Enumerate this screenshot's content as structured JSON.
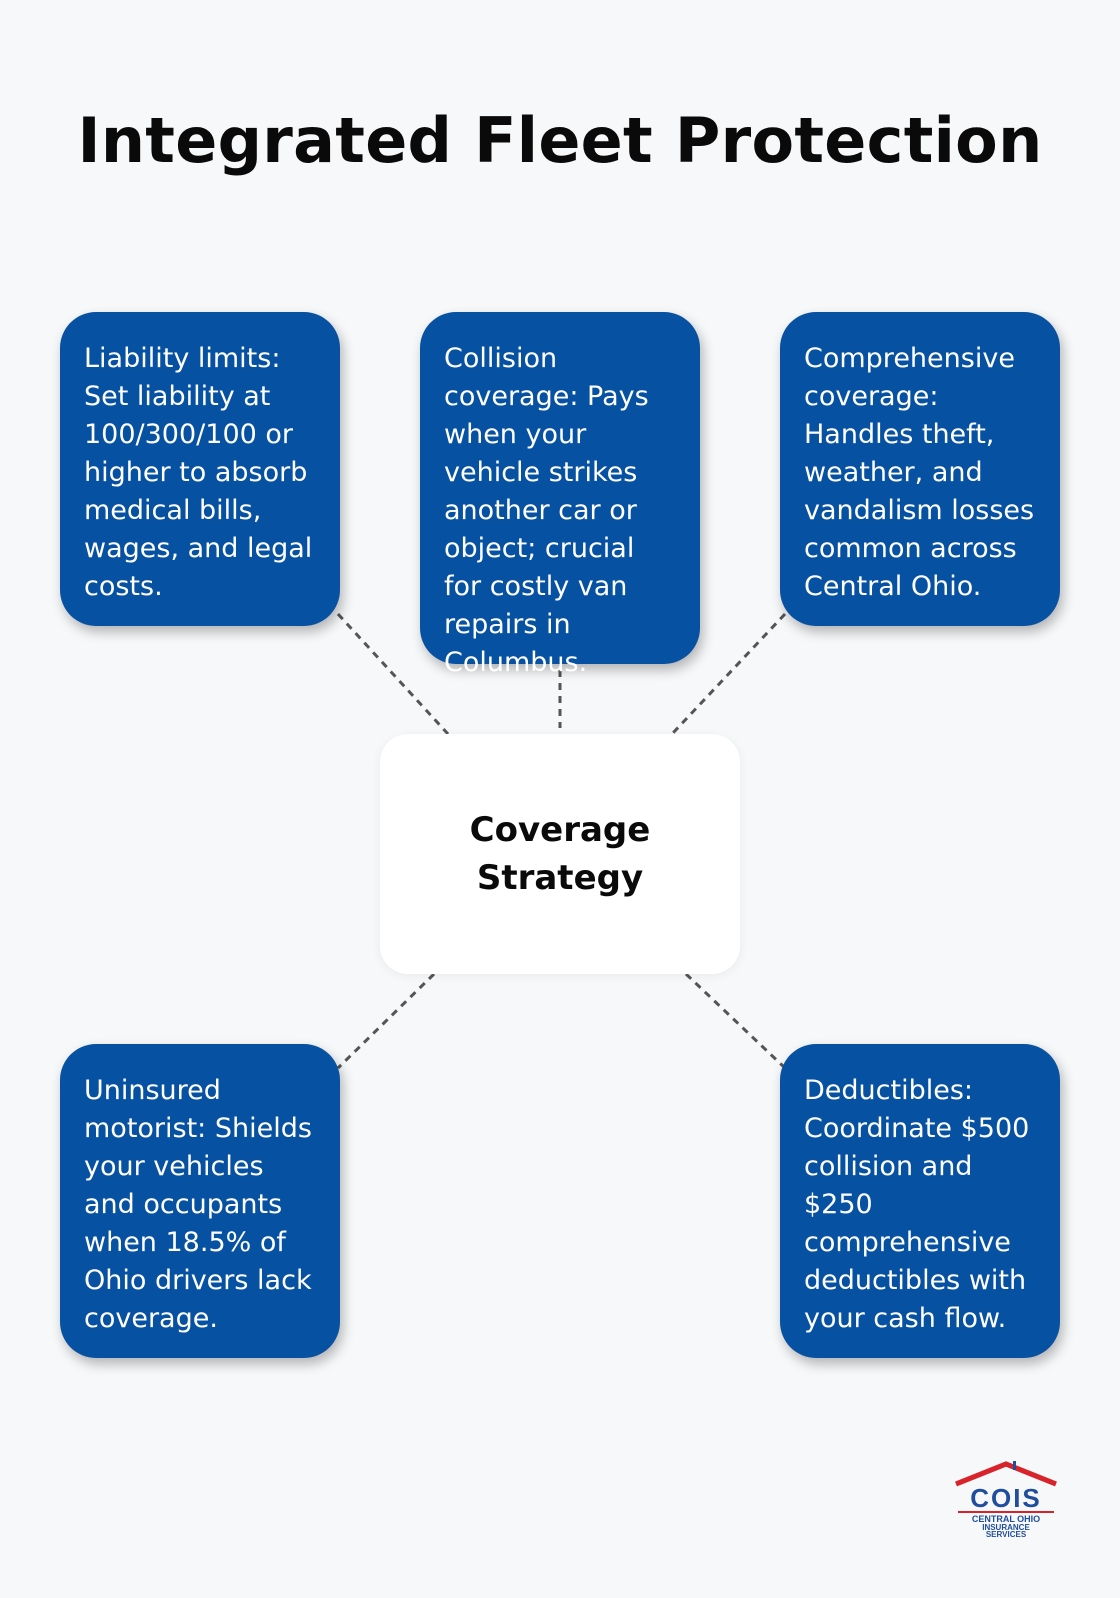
{
  "title": "Integrated Fleet Protection",
  "center": {
    "label": "Coverage Strategy"
  },
  "nodes": [
    {
      "id": "liability",
      "text": "Liability limits: Set liability at 100/300/100 or higher to absorb medical bills, wages, and legal costs."
    },
    {
      "id": "collision",
      "text": "Collision coverage: Pays when your vehicle strikes another car or object; crucial for costly van repairs in Columbus."
    },
    {
      "id": "comprehensive",
      "text": "Comprehensive coverage: Handles theft, weather, and vandalism losses common across Central Ohio."
    },
    {
      "id": "uninsured",
      "text": "Uninsured motorist: Shields your vehicles and occupants when 18.5% of Ohio drivers lack coverage."
    },
    {
      "id": "deductibles",
      "text": "Deductibles: Coordinate $500 collision and $250 comprehensive deductibles with your cash flow."
    }
  ],
  "logo": {
    "name": "COIS",
    "line1": "CENTRAL OHIO",
    "line2": "INSURANCE",
    "line3": "SERVICES"
  },
  "colors": {
    "box": "#0751a3",
    "background": "#f7f8fa",
    "connector": "#555555",
    "logo_red": "#d8232a",
    "logo_blue": "#1f4e9c"
  }
}
